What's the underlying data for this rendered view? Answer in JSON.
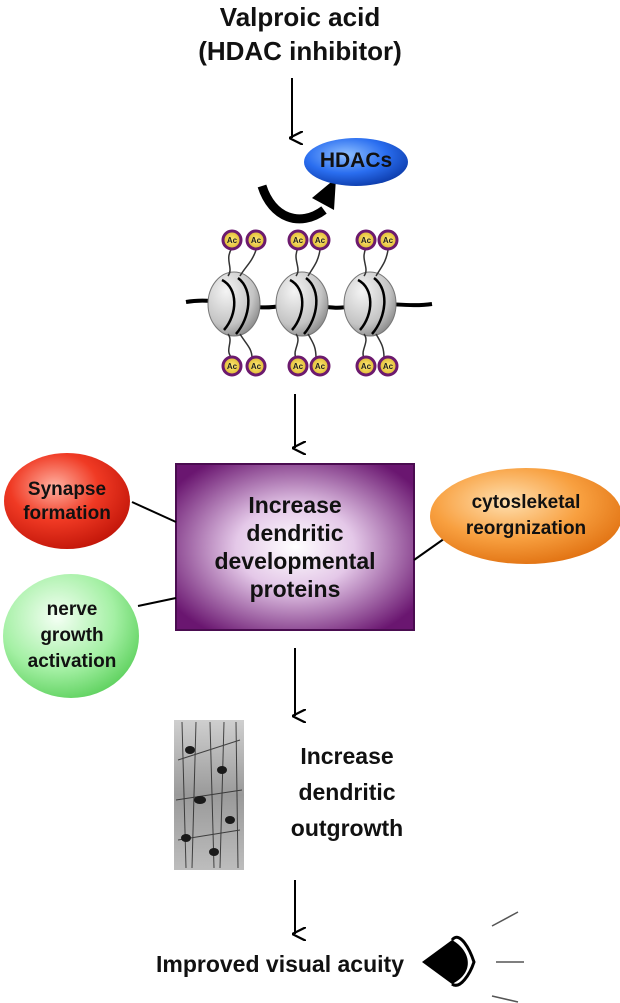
{
  "diagram": {
    "top_label": "Valproic acid\n(HDAC inhibitor)",
    "enzyme": "HDACs",
    "acetyl_mark": "Ac",
    "center_box": "Increase\ndendritic\ndevelopmental\nproteins",
    "side_nodes": {
      "synapse": "Synapse\nformation",
      "nerve": "nerve\ngrowth\nactivation",
      "cyto": "cytosleketal\nreorgnization"
    },
    "outgrowth": "Increase\ndendritic\noutgrowth",
    "outcome": "Improved visual acuity"
  },
  "colors": {
    "hdac_blue": "#1a5fe0",
    "synapse_red": "#e8281c",
    "nerve_green": "#7ee07e",
    "cyto_orange": "#f58a24",
    "box_purple": "#6a1670",
    "acetyl_purple": "#6c1a6e"
  }
}
